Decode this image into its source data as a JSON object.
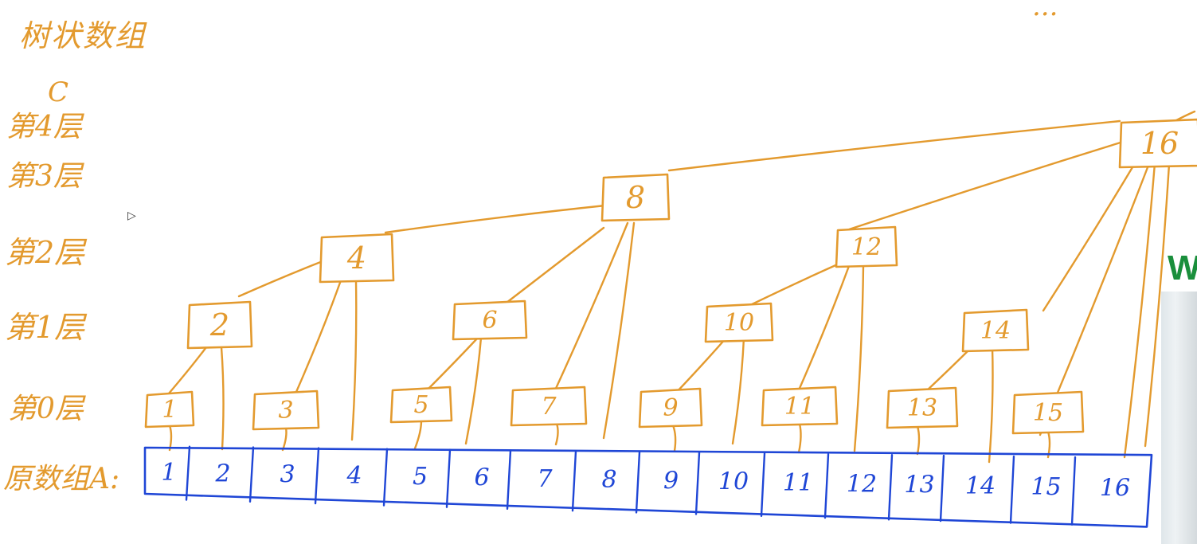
{
  "title": "树状数组",
  "c_mark": "C",
  "levels": [
    "第4层",
    "第3层",
    "第2层",
    "第1层",
    "第0层"
  ],
  "array_label": "原数组A:",
  "top_right_text": "...",
  "side_text": "W",
  "colors": {
    "tree": "#e39a2e",
    "array": "#1f46d6",
    "side": "#1a8f3c"
  },
  "array_cells": [
    "1",
    "2",
    "3",
    "4",
    "5",
    "6",
    "7",
    "8",
    "9",
    "10",
    "11",
    "12",
    "13",
    "14",
    "15",
    "16"
  ],
  "tree_nodes": {
    "level0": [
      "1",
      "3",
      "5",
      "7",
      "9",
      "11",
      "13",
      "15"
    ],
    "level1": [
      "2",
      "6",
      "10",
      "14"
    ],
    "level2": [
      "4",
      "12"
    ],
    "level3": [
      "8"
    ],
    "level4": [
      "16"
    ]
  }
}
